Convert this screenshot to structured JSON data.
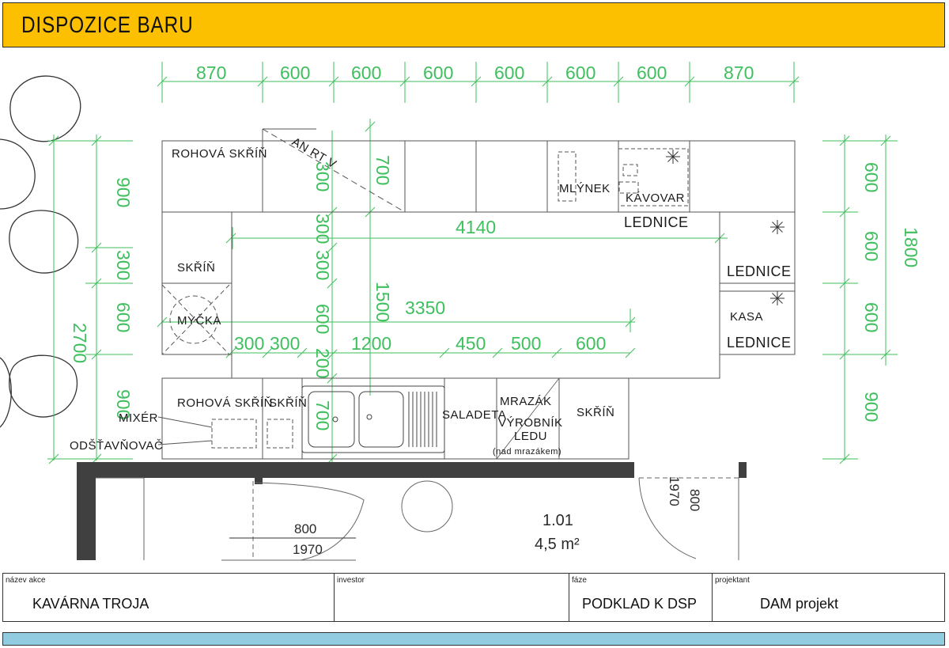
{
  "header": {
    "title": "DISPOZICE  BARU",
    "color": "#fdc000"
  },
  "colors": {
    "dimension": "#3fbf5e",
    "wall": "#404040",
    "footer": "#92cce0"
  },
  "dimensions": {
    "top": [
      "870",
      "600",
      "600",
      "600",
      "600",
      "600",
      "600",
      "870"
    ],
    "left_outer": "2700",
    "left_inner": [
      "900",
      "300",
      "600",
      "900"
    ],
    "right_outer": "1800",
    "right_inner": [
      "600",
      "600",
      "600",
      "900"
    ],
    "vertical_a": [
      "300",
      "300",
      "300",
      "600",
      "200",
      "700"
    ],
    "vertical_b": [
      "700",
      "1500"
    ],
    "long_a": "4140",
    "long_b": "3350",
    "row_c": [
      "300",
      "300",
      "1200",
      "450",
      "500",
      "600"
    ],
    "door_left": [
      "800",
      "1970"
    ],
    "door_right": [
      "800",
      "1970"
    ]
  },
  "labels": {
    "rohova_top": "ROHOVÁ SKŘÍŇ",
    "anrtv": "AN RT V",
    "skrin_left": "SKŘÍŇ",
    "mycka": "MYČKA",
    "mlynek": "MLÝNEK",
    "kavovar": "KÁVOVAR",
    "lednice1": "LEDNICE",
    "lednice2": "LEDNICE",
    "kasa": "KASA",
    "lednice3": "LEDNICE",
    "rohova_bottom": "ROHOVÁ SKŘÍŇ",
    "skrin_bottom": "SKŘÍŇ",
    "mixer": "MIXÉR",
    "odstavnovac": "ODŠŤAVŇOVAČ",
    "saladeta": "SALADETA",
    "mrazak": "MRAZÁK",
    "vyrobnik": "VÝROBNÍK",
    "ledu": "LEDU",
    "nad_mrazakem": "(nad mrazákem)",
    "skrin_right": "SKŘÍŇ",
    "room_number": "1.01",
    "room_area": "4,5  m²"
  },
  "titleblock": {
    "nazev_caption": "název akce",
    "nazev_value": "KAVÁRNA TROJA",
    "investor_caption": "investor",
    "investor_value": "",
    "faze_caption": "fáze",
    "faze_value": "PODKLAD K DSP",
    "projektant_caption": "projektant",
    "projektant_value": "DAM projekt"
  }
}
